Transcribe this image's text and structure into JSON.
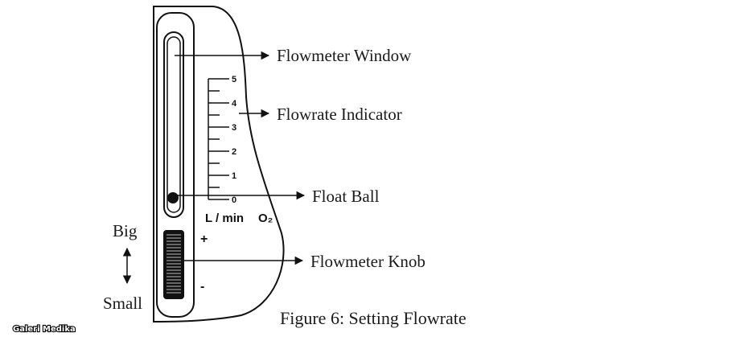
{
  "labels": {
    "window": "Flowmeter Window",
    "indicator": "Flowrate Indicator",
    "ball": "Float Ball",
    "knob": "Flowmeter Knob",
    "big": "Big",
    "small": "Small"
  },
  "scale": {
    "ticks": [
      "0",
      "1",
      "2",
      "3",
      "4",
      "5"
    ],
    "units_flow": "L / min",
    "units_gas": "O₂"
  },
  "knob": {
    "plus": "+",
    "minus": "-"
  },
  "caption": "Figure 6: Setting Flowrate",
  "watermark": "Galeri Medika"
}
